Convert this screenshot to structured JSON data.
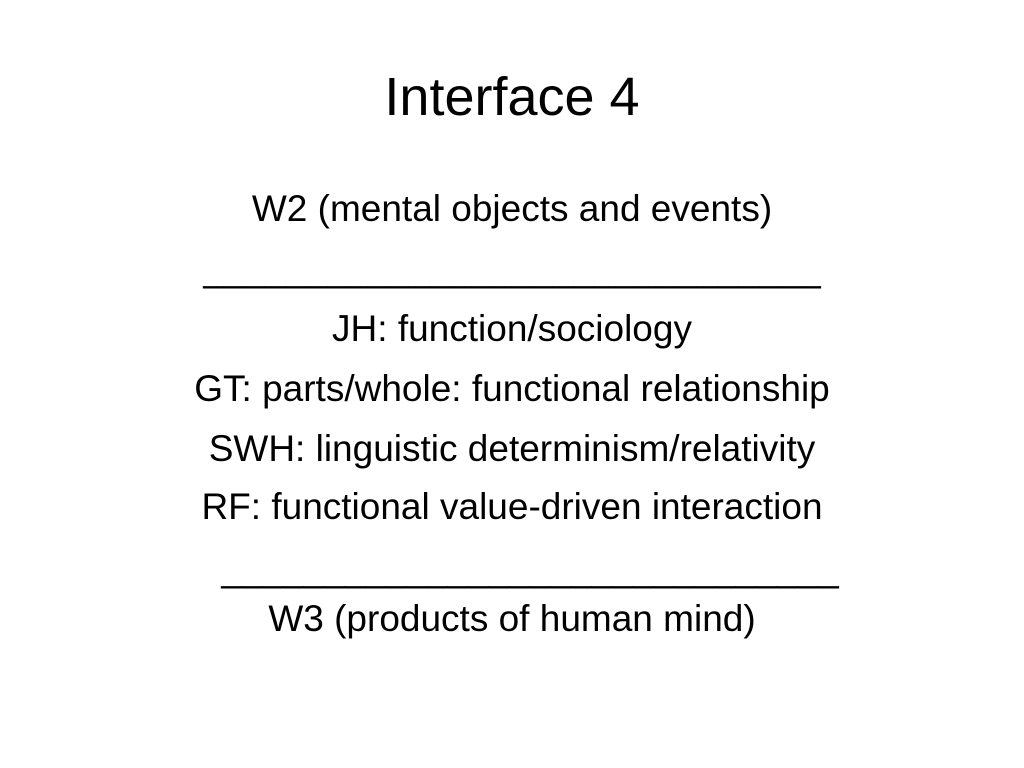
{
  "slide": {
    "title": "Interface 4",
    "lines": [
      "W2 (mental objects and events)",
      "______________________________",
      "JH: function/sociology",
      "GT: parts/whole: functional relationship",
      "SWH: linguistic determinism/relativity",
      "RF: functional value-driven interaction",
      "______________________________",
      "W3 (products of human mind)"
    ]
  }
}
